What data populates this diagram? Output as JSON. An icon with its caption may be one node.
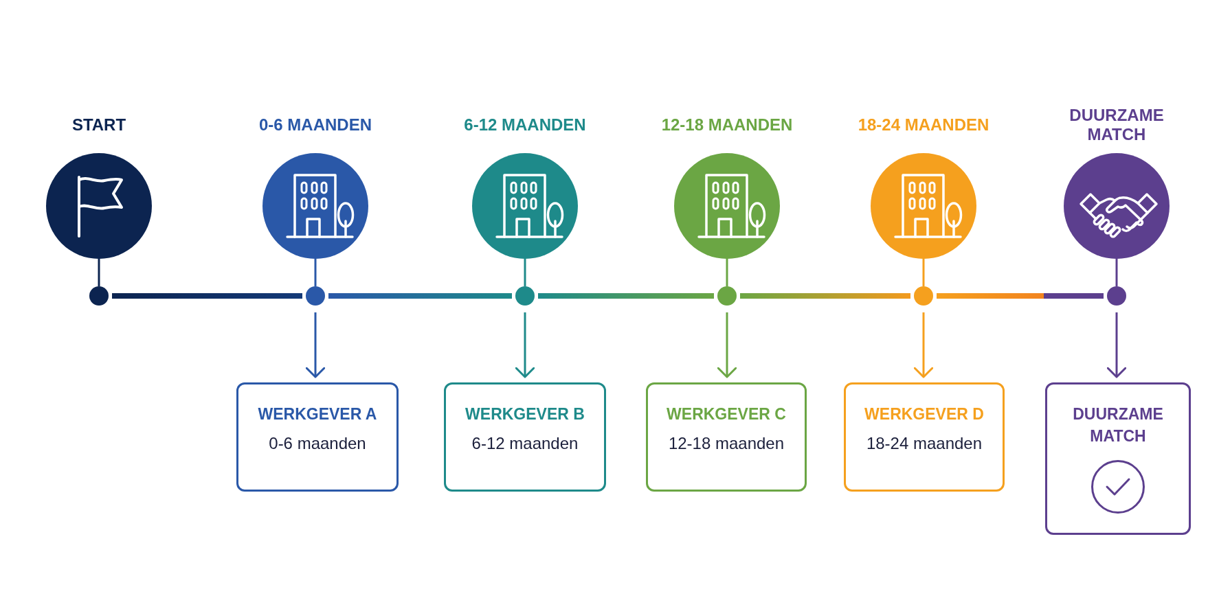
{
  "diagram": {
    "nodes": [
      {
        "text": [
          "START"
        ]
      },
      {
        "text": [
          "0-6 MAANDEN"
        ]
      },
      {
        "text": [
          "6-12 MAANDEN"
        ]
      },
      {
        "text": [
          "12-18 MAANDEN"
        ]
      },
      {
        "text": [
          "18-24 MAANDEN"
        ]
      },
      {
        "text": [
          "DUURZAME MATCH"
        ]
      },
      {
        "text": [],
        "shape": "circle"
      },
      {
        "text": [],
        "shape": "circle"
      },
      {
        "text": [],
        "shape": "circle"
      },
      {
        "text": [],
        "shape": "circle"
      },
      {
        "text": [],
        "shape": "circle"
      },
      {
        "text": [],
        "shape": "circle"
      },
      {
        "text": [
          "WERKGEVER A",
          "0-6 maanden"
        ]
      },
      {
        "text": [
          "WERKGEVER B",
          "6-12 maanden"
        ]
      },
      {
        "text": [
          "WERKGEVER C",
          "12-18 maanden"
        ]
      },
      {
        "text": [
          "WERKGEVER D",
          "18-24 maanden"
        ]
      },
      {
        "text": [
          "DUURZAME MATCH"
        ]
      }
    ],
    "edges": [
      {
        "from": 0,
        "to": 6,
        "arrow": "none",
        "color": "#0c2450"
      },
      {
        "from": 1,
        "to": 7,
        "arrow": "none",
        "color": "#2a58a8"
      },
      {
        "from": 2,
        "to": 8,
        "arrow": "none",
        "color": "#1e8a8a"
      },
      {
        "from": 3,
        "to": 9,
        "arrow": "none",
        "color": "#6ba644"
      },
      {
        "from": 4,
        "to": 10,
        "arrow": "none",
        "color": "#f5a01e"
      },
      {
        "from": 5,
        "to": 11,
        "arrow": "none",
        "color": "#5c3f8e"
      },
      {
        "from": 6,
        "to": 7,
        "arrow": "none",
        "style": "thick",
        "color": "#0c2450"
      },
      {
        "from": 7,
        "to": 8,
        "arrow": "none",
        "style": "thick",
        "color": "#2a58a8"
      },
      {
        "from": 8,
        "to": 9,
        "arrow": "none",
        "style": "thick",
        "color": "#1e8a8a"
      },
      {
        "from": 9,
        "to": 10,
        "arrow": "none",
        "style": "thick",
        "color": "#6ba644"
      },
      {
        "from": 10,
        "to": 11,
        "arrow": "none",
        "style": "thick",
        "color": "#f5a01e"
      },
      {
        "from": 7,
        "to": 12,
        "arrow": "to",
        "color": "#2a58a8"
      },
      {
        "from": 8,
        "to": 13,
        "arrow": "to",
        "color": "#1e8a8a"
      },
      {
        "from": 9,
        "to": 14,
        "arrow": "to",
        "color": "#6ba644"
      },
      {
        "from": 10,
        "to": 15,
        "arrow": "to",
        "color": "#f5a01e"
      },
      {
        "from": 11,
        "to": 16,
        "arrow": "to",
        "color": "#5c3f8e"
      }
    ]
  }
}
